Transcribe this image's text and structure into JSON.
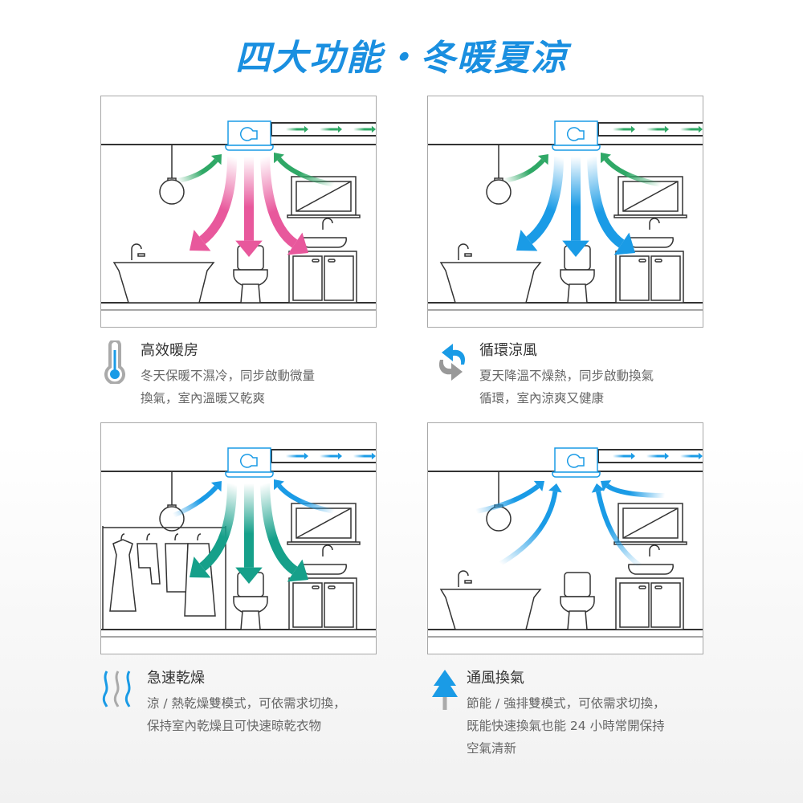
{
  "title": "四大功能・冬暖夏涼",
  "colors": {
    "title": "#1a8fe0",
    "pink": "#e8589c",
    "green": "#2fa866",
    "blue": "#1a9be6",
    "teal": "#16a08a",
    "line": "#333333",
    "fan": "#1a9be6"
  },
  "features": [
    {
      "heading": "高效暖房",
      "lines": [
        "冬天保暖不濕冷，同步啟動微量",
        "換氣，室內溫暖又乾爽"
      ],
      "icon": "thermometer-icon",
      "mode": "heating"
    },
    {
      "heading": "循環涼風",
      "lines": [
        "夏天降溫不燥熱，同步啟動換氣",
        "循環，室內涼爽又健康"
      ],
      "icon": "circulation-arrows-icon",
      "mode": "cooling"
    },
    {
      "heading": "急速乾燥",
      "lines": [
        "涼 / 熱乾燥雙模式，可依需求切換，",
        "保持室內乾燥且可快速晾乾衣物"
      ],
      "icon": "heat-waves-icon",
      "mode": "drying"
    },
    {
      "heading": "通風換氣",
      "lines": [
        "節能 / 強排雙模式，可依需求切換，",
        "既能快速換氣也能 24 小時常開保持",
        "空氣清新"
      ],
      "icon": "up-arrow-icon",
      "mode": "ventilation"
    }
  ]
}
